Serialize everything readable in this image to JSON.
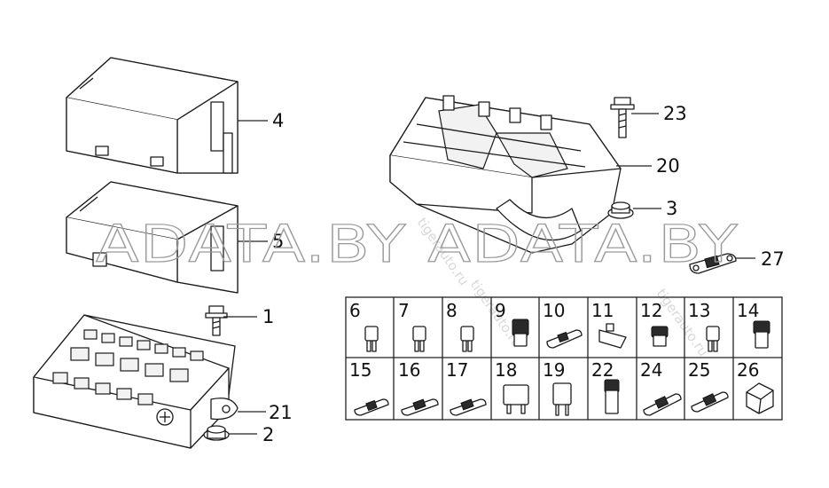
{
  "watermark": {
    "main_text": "ADATA.BY ADATA.BY",
    "diagonal_text": "tigerauto.ru"
  },
  "callouts": {
    "c4": "4",
    "c5": "5",
    "c1": "1",
    "c21": "21",
    "c2": "2",
    "c23": "23",
    "c20": "20",
    "c3": "3",
    "c27": "27"
  },
  "fuse_grid": {
    "row1": [
      "6",
      "7",
      "8",
      "9",
      "10",
      "11",
      "12",
      "13",
      "14"
    ],
    "row2": [
      "15",
      "16",
      "17",
      "18",
      "19",
      "22",
      "24",
      "25",
      "26"
    ]
  }
}
